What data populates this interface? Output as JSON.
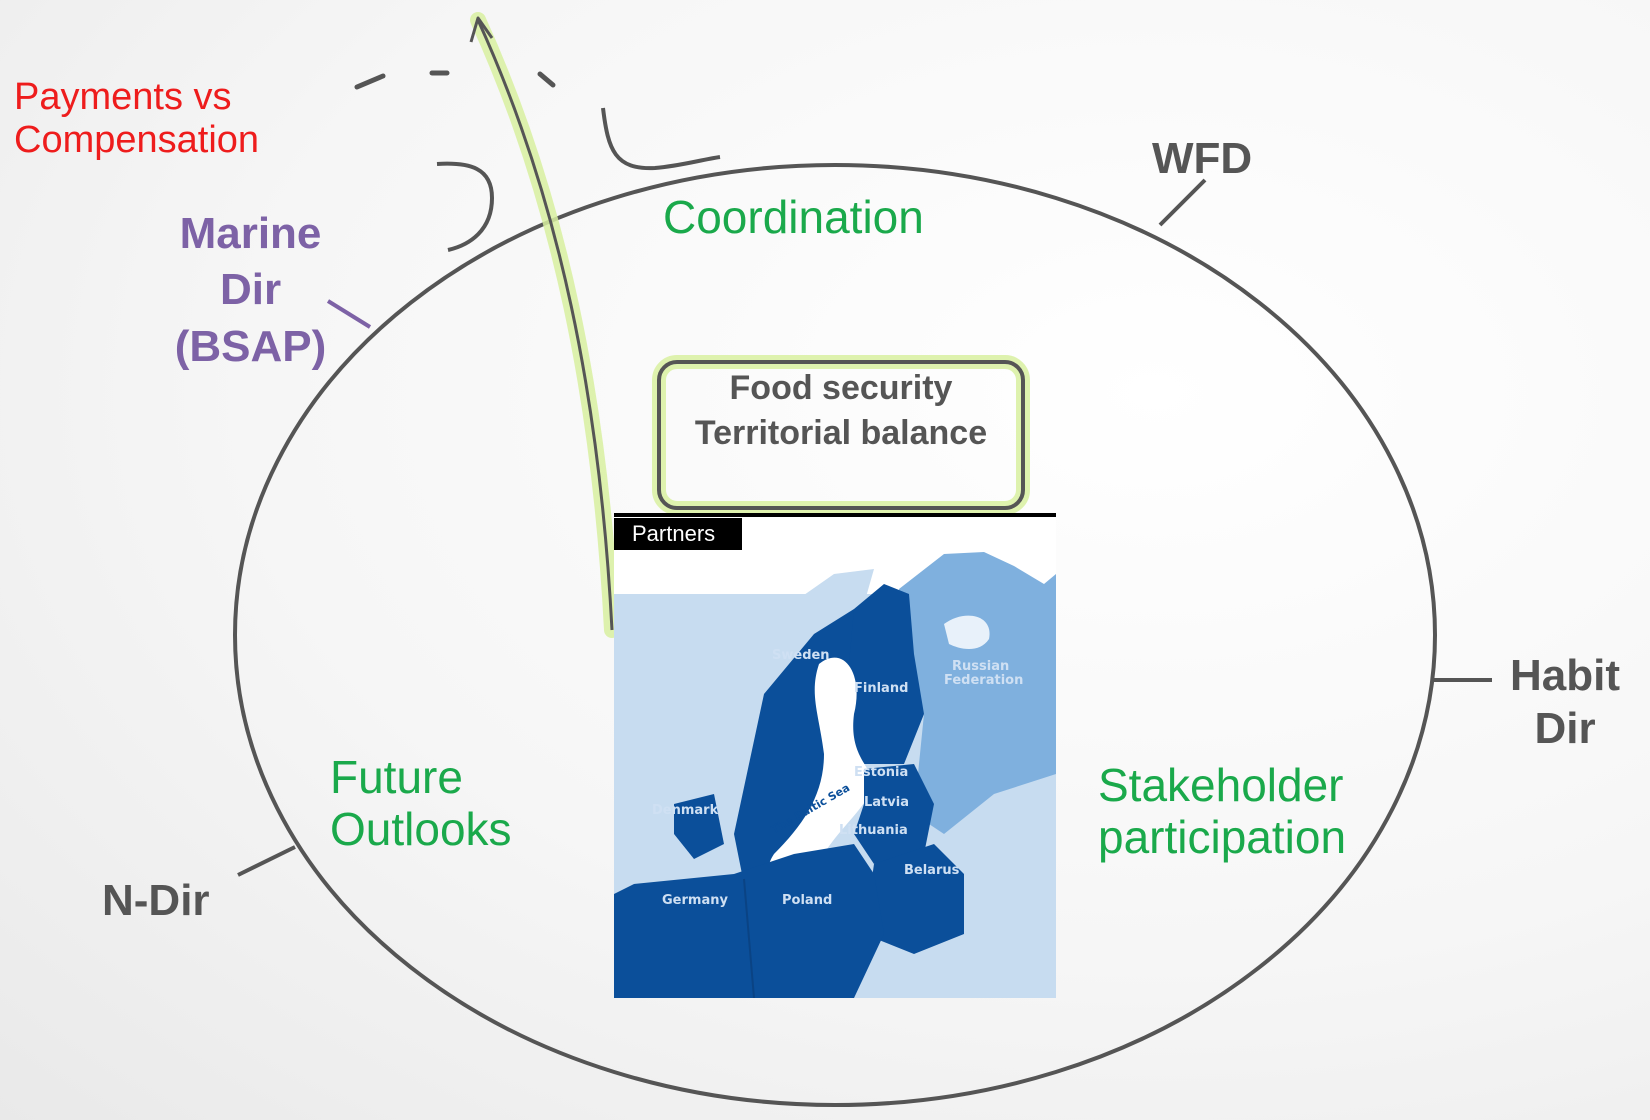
{
  "labels": {
    "payments": [
      "Payments vs",
      "Compensation"
    ],
    "marine": [
      "Marine",
      "Dir",
      "(BSAP)"
    ],
    "wfd": "WFD",
    "habit": [
      "Habit",
      "Dir"
    ],
    "ndir": "N-Dir",
    "coordination": "Coordination",
    "future": [
      "Future",
      "Outlooks"
    ],
    "stakeholder": [
      "Stakeholder",
      "participation"
    ],
    "box": [
      "Food security",
      "Territorial balance"
    ]
  },
  "map": {
    "tab": "Partners",
    "countries": {
      "sweden": "Sweden",
      "finland": "Finland",
      "russia": [
        "Russian",
        "Federation"
      ],
      "estonia": "Estonia",
      "latvia": "Latvia",
      "lithuania": "Lithuania",
      "belarus": "Belarus",
      "denmark": "Denmark",
      "germany": "Germany",
      "poland": "Poland",
      "sea": "The Baltic Sea"
    }
  },
  "colors": {
    "ellipse": "#555555",
    "payments": "#ee1c1c",
    "marine": "#7d62a6",
    "green_text": "#1aa94b",
    "arrow_glow": "#d8f0a0",
    "map_dark": "#0b4f9a",
    "map_mid": "#7fb0de",
    "map_light": "#c7dcf0"
  }
}
